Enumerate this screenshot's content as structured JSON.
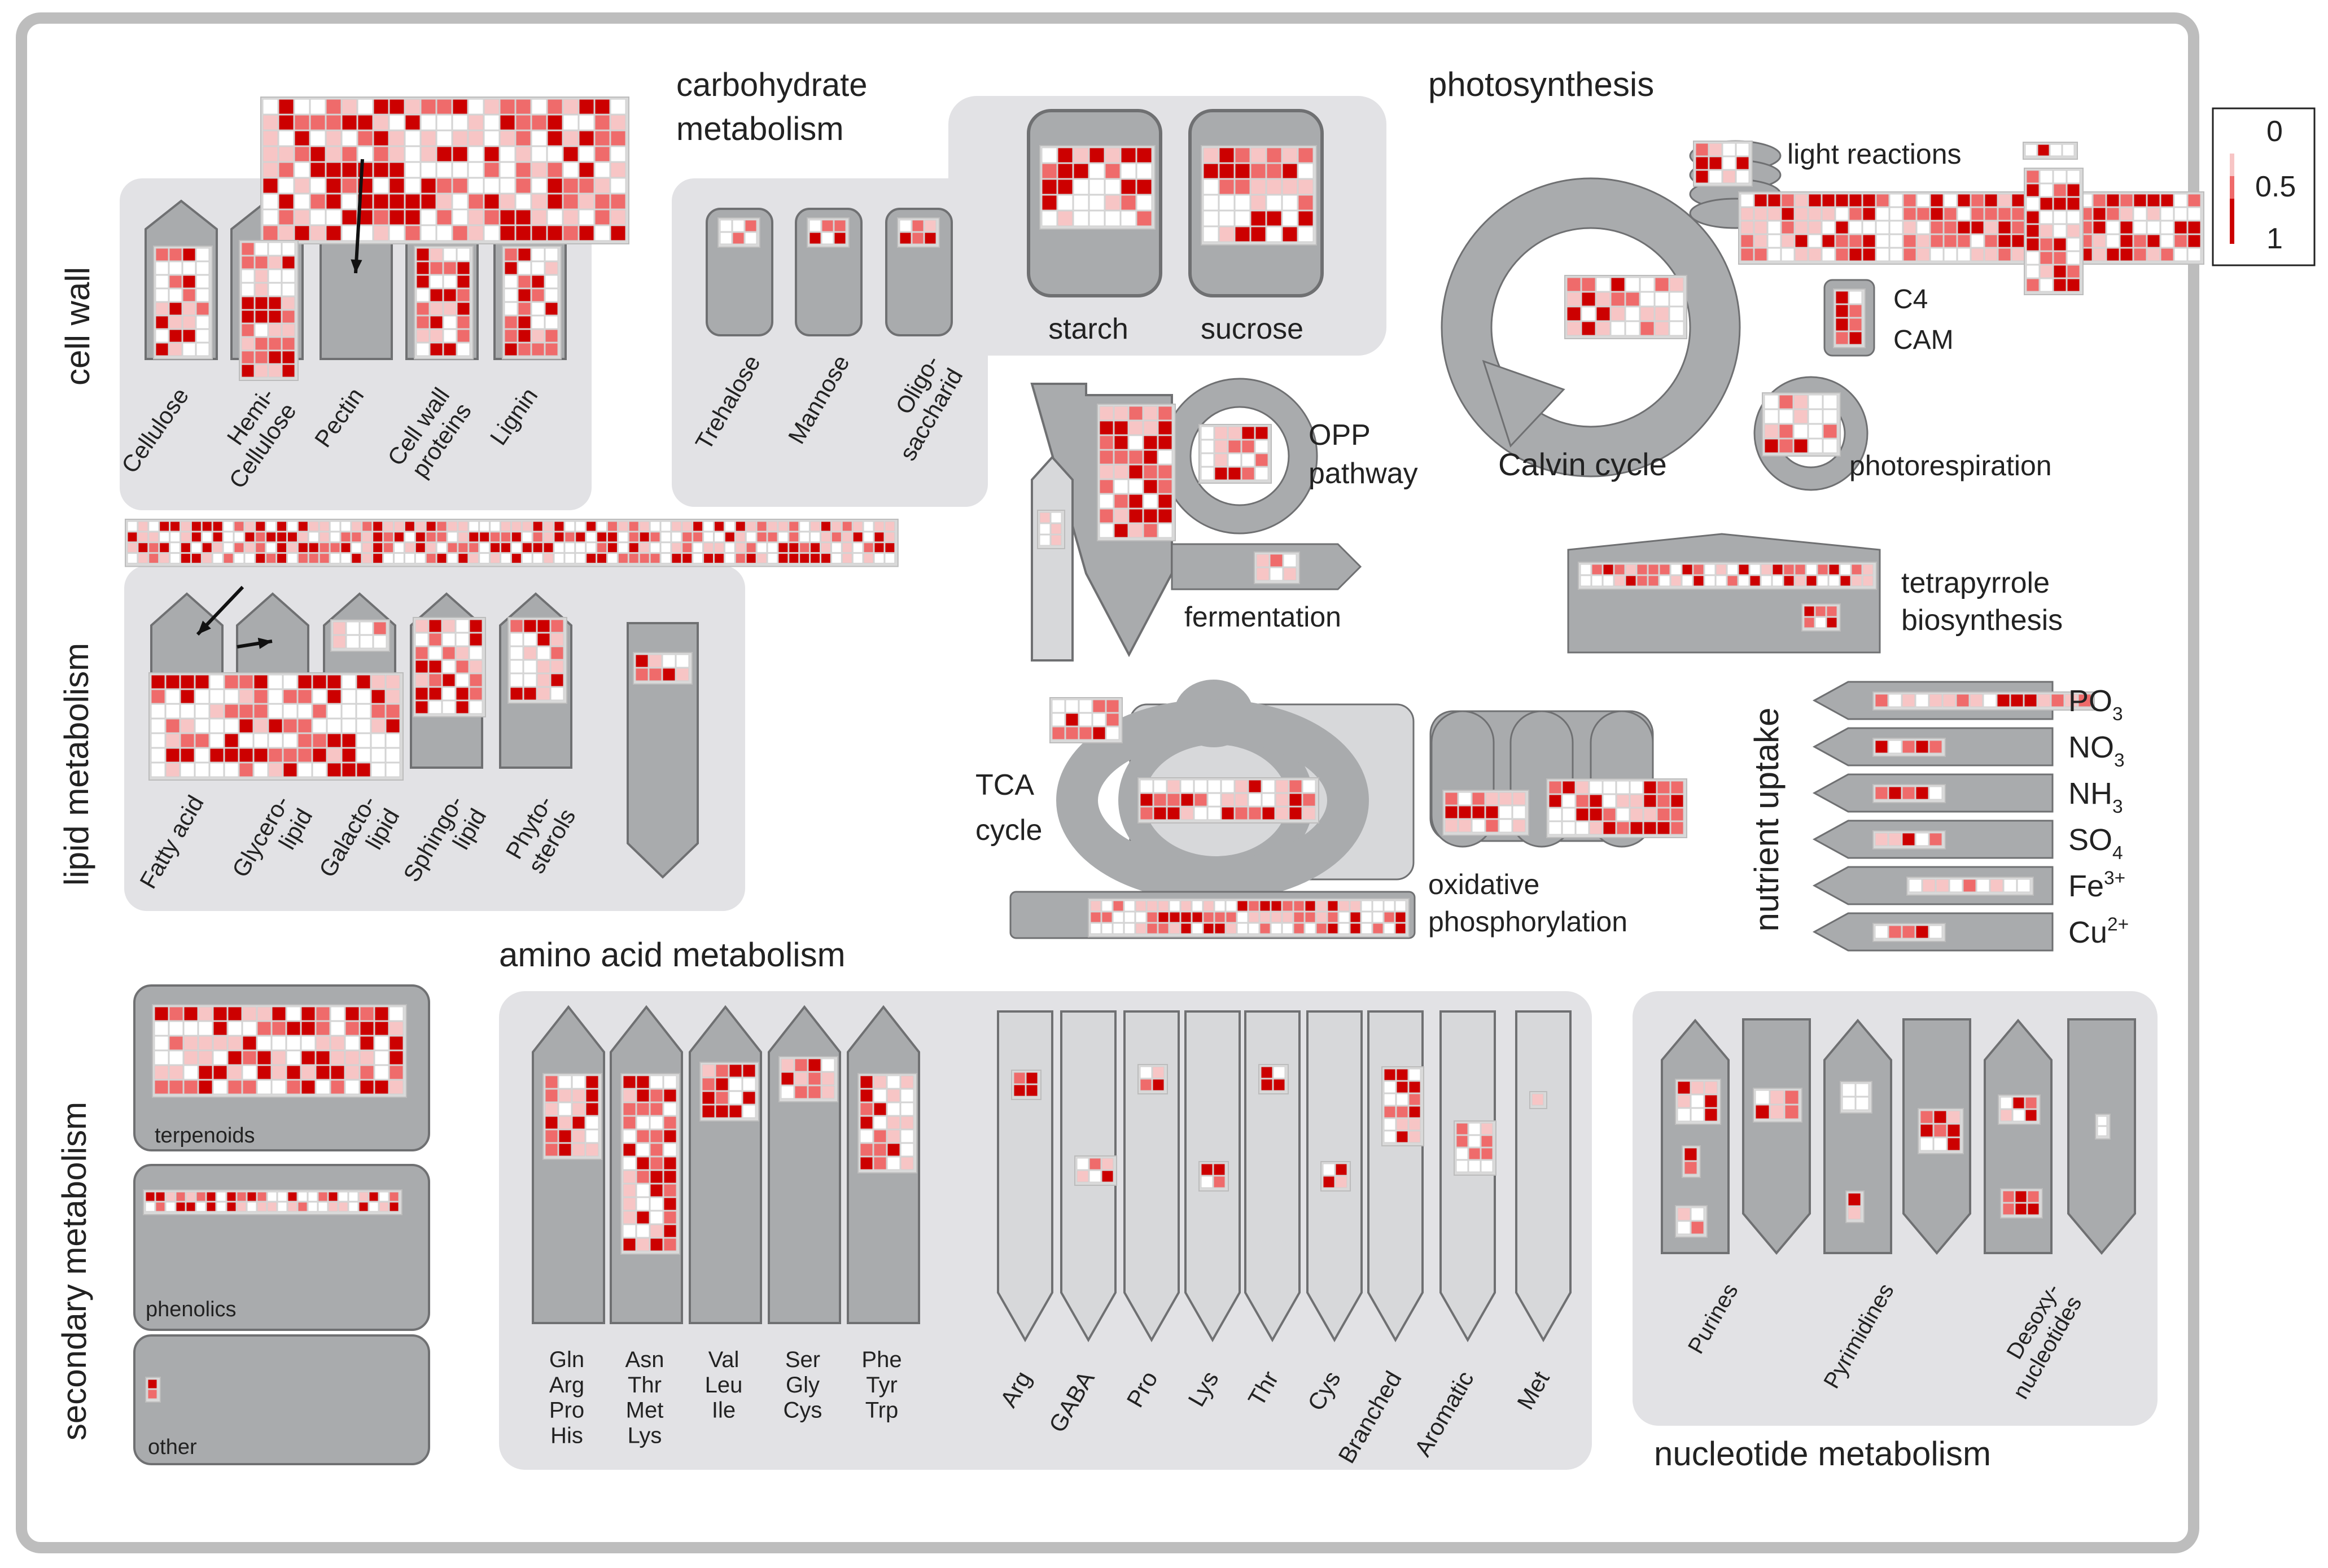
{
  "colors": {
    "frame_stroke": "#bdbdbd",
    "frame_fill": "#ffffff",
    "panel": "#e2e2e5",
    "shape_dark": "#a9abad",
    "shape_stroke": "#6f7072",
    "shape_light": "#d7d8da",
    "heat_high": "#cc0000",
    "heat_mid": "#ef6b6b",
    "heat_low": "#f7c5c5",
    "heat_zero": "#ffffff"
  },
  "legend": {
    "items": [
      "0",
      "0.5",
      "1"
    ]
  },
  "cell_wall": {
    "title": "cell wall",
    "categories": [
      "Cellulose",
      "Hemi-\nCellulose",
      "Pectin",
      "Cell wall\nproteins",
      "Lignin"
    ]
  },
  "carbohydrate": {
    "title_line1": "carbohydrate",
    "title_line2": "metabolism",
    "categories": [
      "Trehalose",
      "Mannose",
      "Oligo-\nsaccharid"
    ],
    "starch": "starch",
    "sucrose": "sucrose"
  },
  "photosynthesis": {
    "title": "photosynthesis",
    "light_reactions": "light reactions",
    "c4": "C4",
    "cam": "CAM",
    "calvin": "Calvin cycle",
    "photorespiration": "photorespiration"
  },
  "central": {
    "opp_line1": "OPP",
    "opp_line2": "pathway",
    "fermentation": "fermentation",
    "tca_line1": "TCA",
    "tca_line2": "cycle",
    "oxphos_line1": "oxidative",
    "oxphos_line2": "phosphorylation"
  },
  "tetrapyrrole": {
    "line1": "tetrapyrrole",
    "line2": "biosynthesis"
  },
  "lipid": {
    "title": "lipid metabolism",
    "categories": [
      "Fatty acid",
      "Glycero-\nlipid",
      "Galacto-\nlipid",
      "Sphingo-\nlipid",
      "Phyto-\nsterols"
    ]
  },
  "nutrient": {
    "title": "nutrient uptake",
    "items": [
      {
        "base": "PO",
        "sub": "3",
        "sup": ""
      },
      {
        "base": "NO",
        "sub": "3",
        "sup": ""
      },
      {
        "base": "NH",
        "sub": "3",
        "sup": ""
      },
      {
        "base": "SO",
        "sub": "4",
        "sup": ""
      },
      {
        "base": "Fe",
        "sub": "",
        "sup": "3+"
      },
      {
        "base": "Cu",
        "sub": "",
        "sup": "2+"
      }
    ]
  },
  "amino": {
    "title": "amino acid metabolism",
    "families": [
      [
        "Gln",
        "Arg",
        "Pro",
        "His"
      ],
      [
        "Asn",
        "Thr",
        "Met",
        "Lys"
      ],
      [
        "Val",
        "Leu",
        "Ile"
      ],
      [
        "Ser",
        "Gly",
        "Cys"
      ],
      [
        "Phe",
        "Tyr",
        "Trp"
      ]
    ],
    "pathways": [
      "Arg",
      "GABA",
      "Pro",
      "Lys",
      "Thr",
      "Cys",
      "Branched",
      "Aromatic",
      "Met"
    ]
  },
  "secondary": {
    "title": "secondary metabolism",
    "terpenoids": "terpenoids",
    "phenolics": "phenolics",
    "other": "other"
  },
  "nucleotide": {
    "title": "nucleotide metabolism",
    "categories": [
      "Purines",
      "Pyrimidines",
      "Desoxy-\nnucleotides"
    ]
  }
}
